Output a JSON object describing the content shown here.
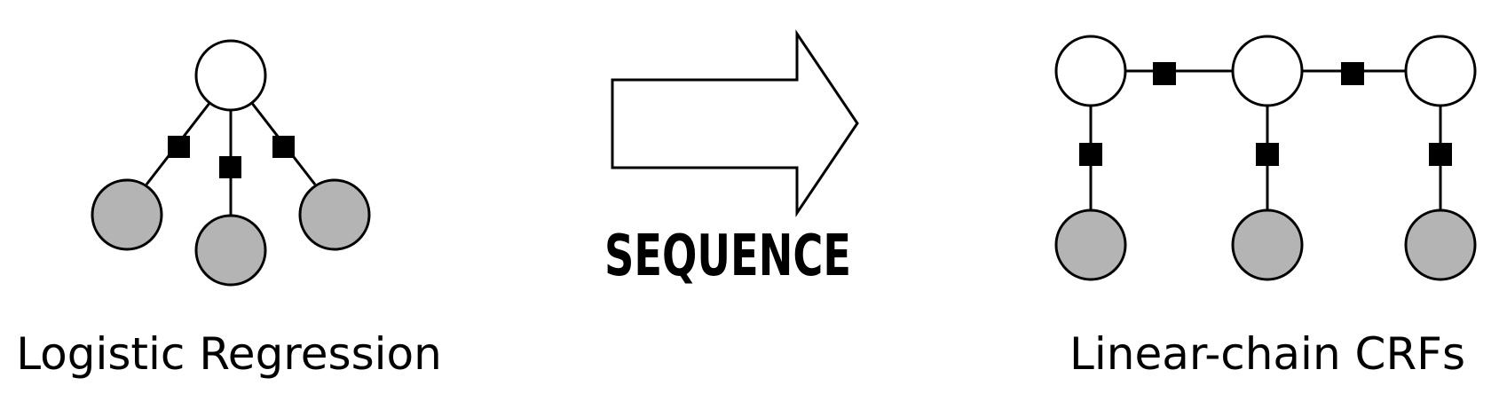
{
  "diagram": {
    "left_caption": "Logistic Regression",
    "arrow_label": "SEQUENCE",
    "right_caption": "Linear-chain CRFs"
  },
  "colors": {
    "hidden_node_fill": "#ffffff",
    "observed_node_fill": "#b4b4b4",
    "stroke": "#000000",
    "factor": "#000000"
  }
}
